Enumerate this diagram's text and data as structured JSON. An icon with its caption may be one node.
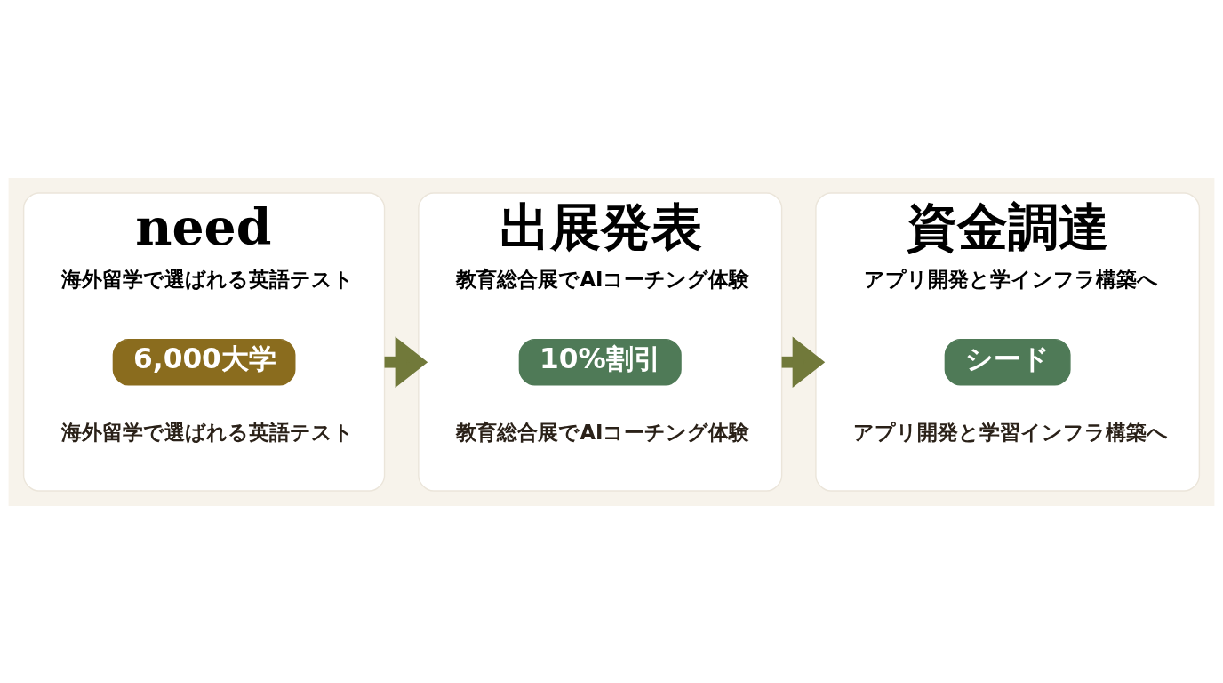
{
  "diagram": {
    "nodes": [
      {
        "text": [
          "need",
          "海外留学で選ばれる英語テスト",
          "海外留学で選ばれる英語テスト"
        ]
      },
      {
        "text": [
          "6,000大学"
        ],
        "in": 0
      },
      {
        "text": [
          "出展発表",
          "教育総合展でAIコーチング体験",
          "教育総合展でAIコーチング体験"
        ]
      },
      {
        "text": [
          "10%割引"
        ],
        "in": 2
      },
      {
        "text": [
          "資金調達",
          "アプリ開発と学インフラ構築へ",
          "アプリ開発と学習インフラ構築へ"
        ]
      },
      {
        "text": [
          "シード"
        ],
        "in": 4
      }
    ],
    "edges": [
      {
        "from": 0,
        "to": 2,
        "arrow": "to"
      },
      {
        "from": 2,
        "to": 4,
        "arrow": "to"
      }
    ]
  }
}
